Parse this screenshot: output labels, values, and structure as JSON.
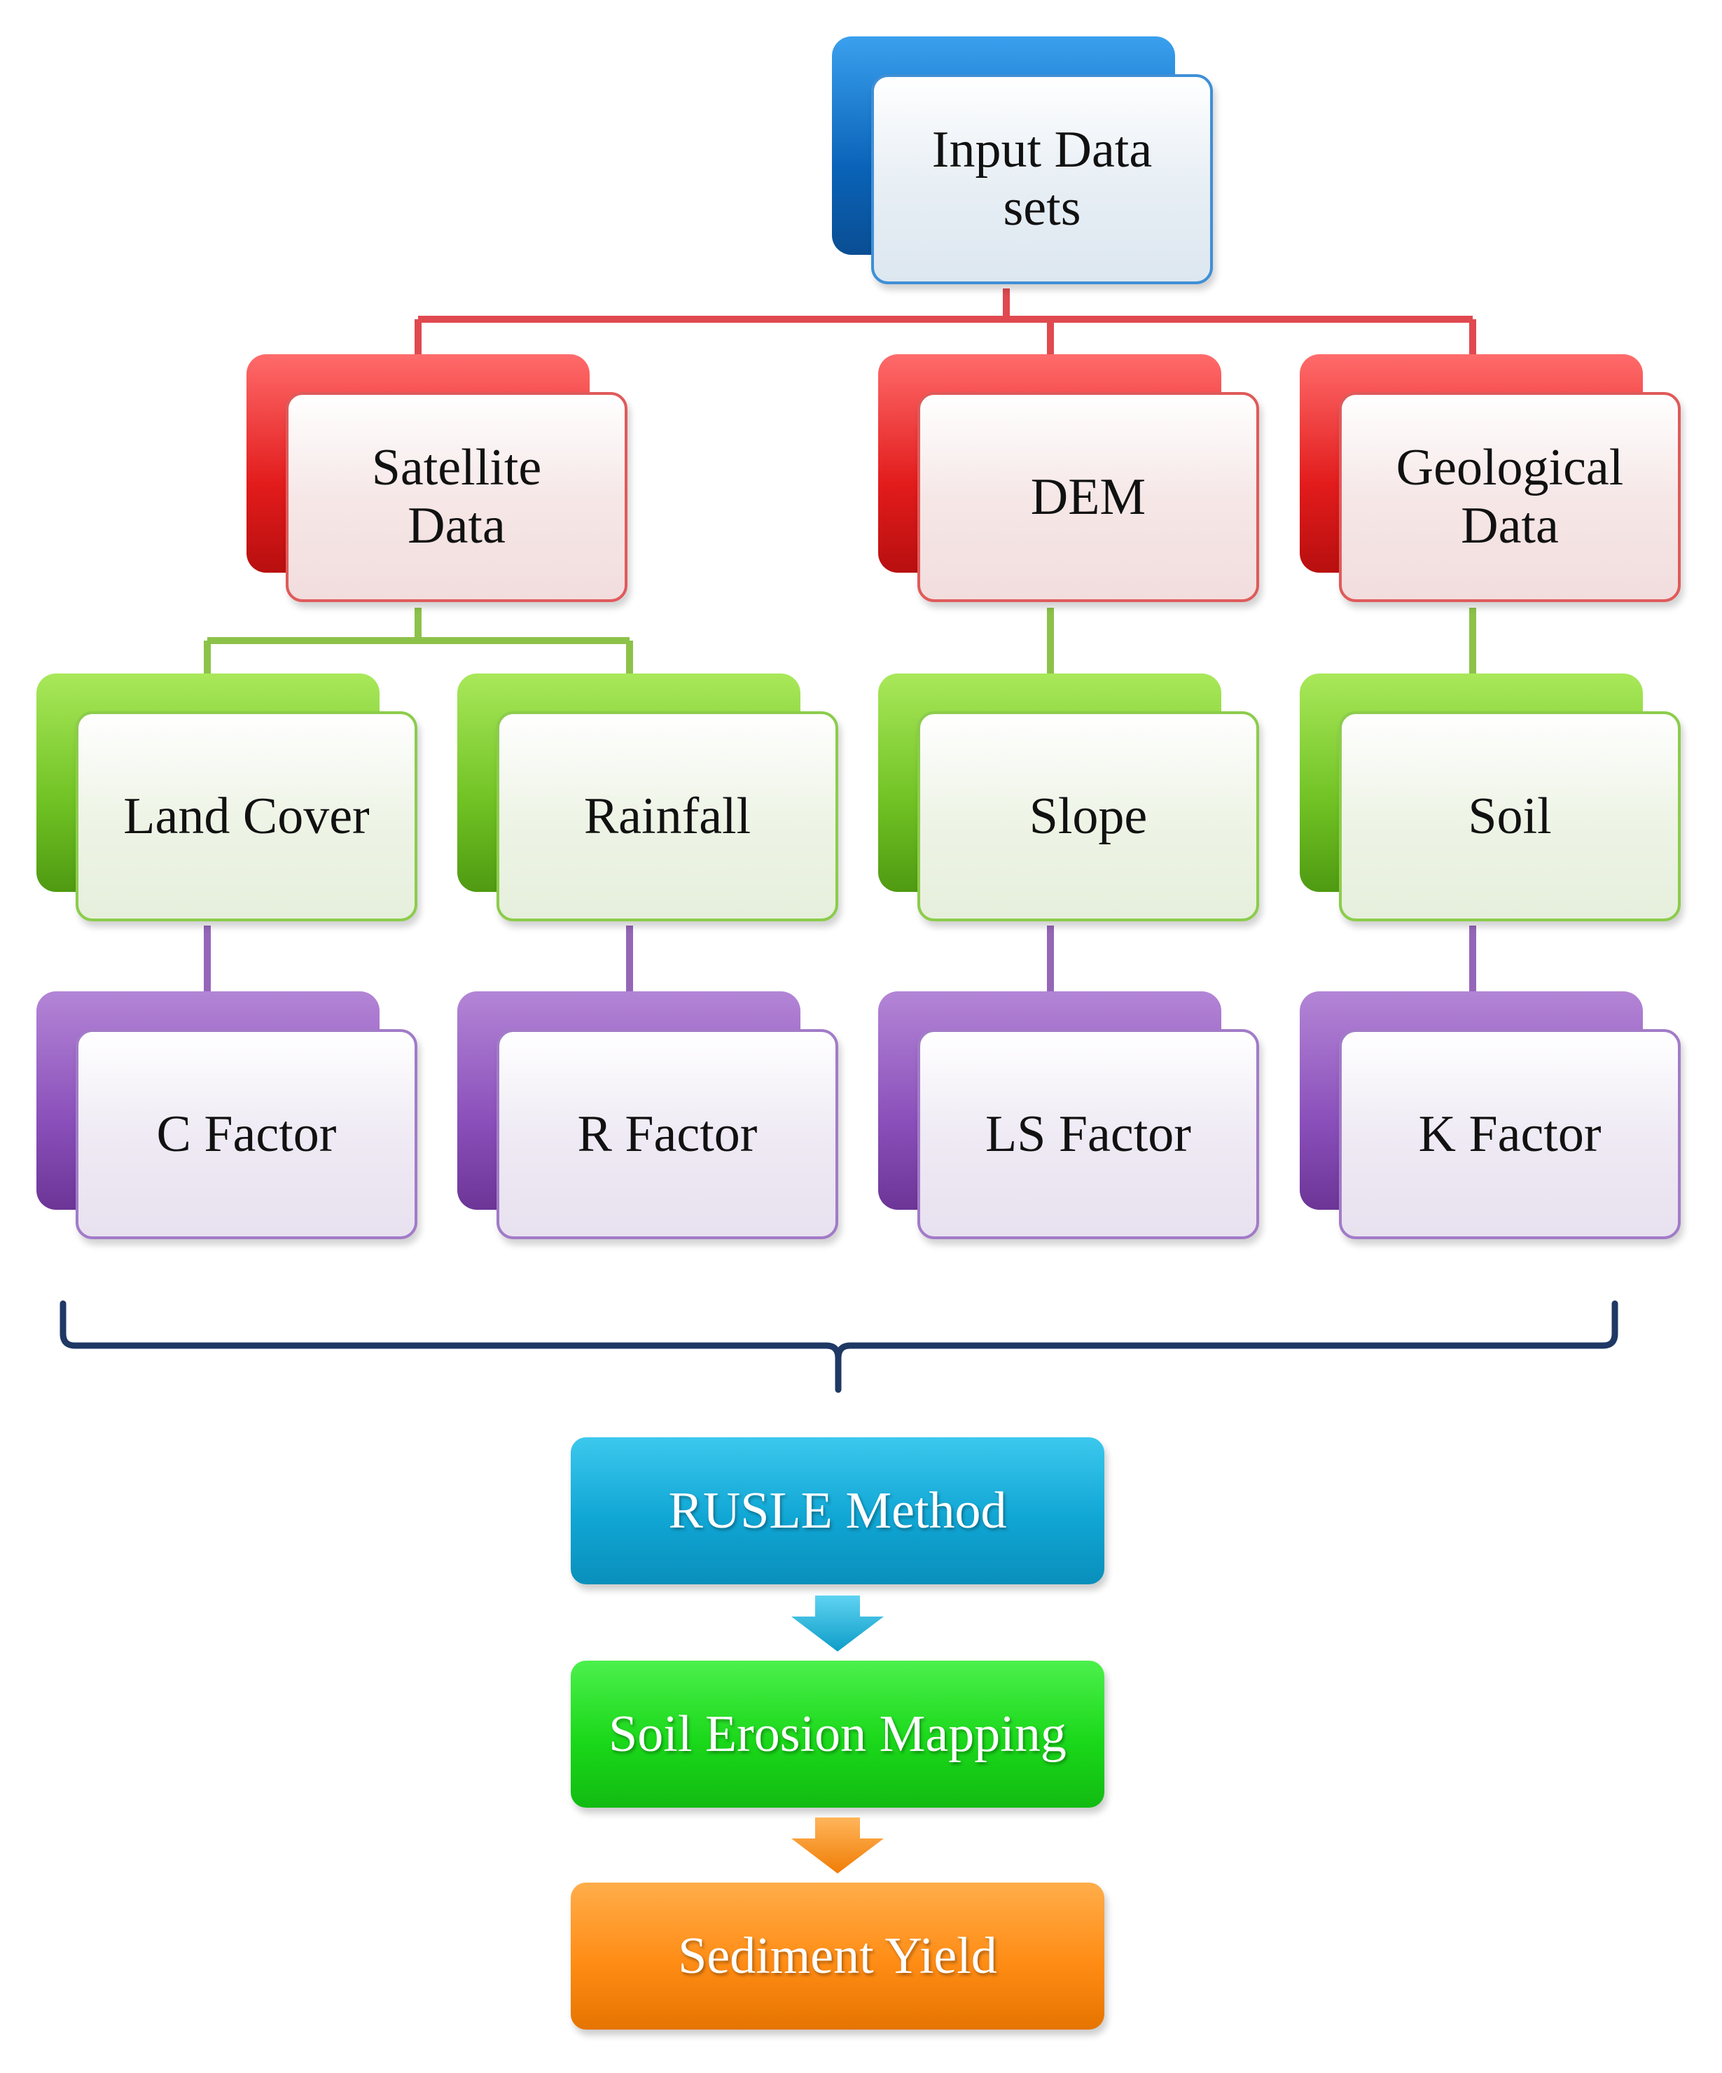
{
  "nodes": {
    "input_data_sets": "Input Data\nsets",
    "satellite_data": "Satellite\nData",
    "dem": "DEM",
    "geological_data": "Geological\nData",
    "land_cover": "Land Cover",
    "rainfall": "Rainfall",
    "slope": "Slope",
    "soil": "Soil",
    "c_factor": "C Factor",
    "r_factor": "R Factor",
    "ls_factor": "LS Factor",
    "k_factor": "K Factor"
  },
  "process": {
    "rusle": "RUSLE Method",
    "erosion": "Soil Erosion Mapping",
    "sediment": "Sediment Yield"
  },
  "colors": {
    "level0": "#0a63b8",
    "level1": "#e21b1b",
    "level2": "#6fc123",
    "level3": "#8a4fba",
    "connector_red": "#e0494f",
    "connector_green": "#8cc24a",
    "connector_purple": "#9566b8",
    "brace": "#1f3864",
    "rusle": "#10a6d4",
    "erosion": "#1ad81a",
    "sediment": "#ff8c14"
  }
}
